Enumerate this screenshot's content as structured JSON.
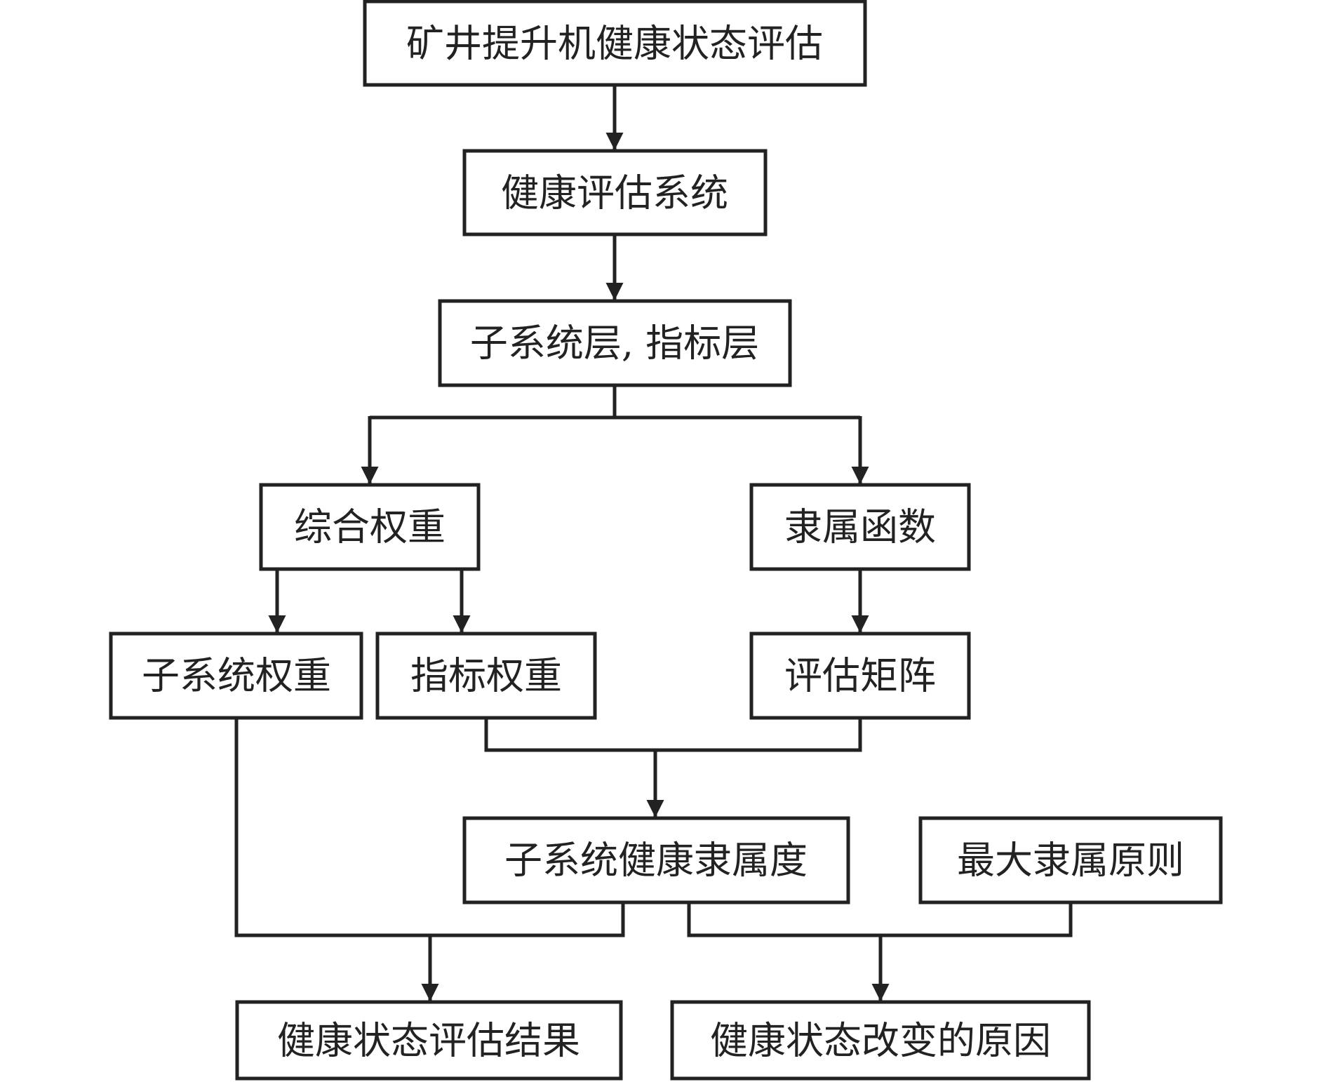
{
  "nodes": {
    "root": "矿井提升机健康状态评估",
    "system": "健康评估系统",
    "layers": "子系统层, 指标层",
    "combined_weight": "综合权重",
    "membership_function": "隶属函数",
    "subsystem_weight": "子系统权重",
    "indicator_weight": "指标权重",
    "evaluation_matrix": "评估矩阵",
    "subsystem_membership": "子系统健康隶属度",
    "max_membership_principle": "最大隶属原则",
    "result": "健康状态评估结果",
    "cause": "健康状态改变的原因"
  },
  "colors": {
    "line": "#222222",
    "box_fill": "#ffffff"
  }
}
